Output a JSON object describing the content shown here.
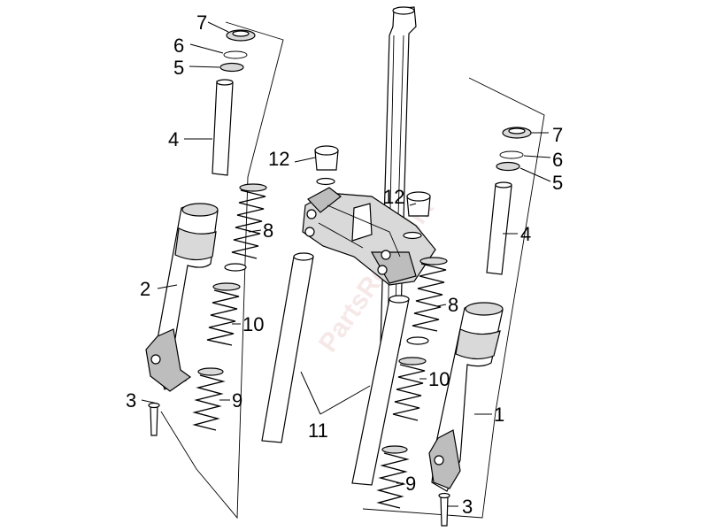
{
  "watermark": "PartsRepublik",
  "callouts": {
    "l7": "7",
    "l6": "6",
    "l5": "5",
    "l4": "4",
    "l2": "2",
    "l3": "3",
    "l8": "8",
    "l10": "10",
    "l9": "9",
    "l11": "11",
    "l12a": "12",
    "l12b": "12",
    "r7": "7",
    "r6": "6",
    "r5": "5",
    "r4": "4",
    "r8": "8",
    "r10": "10",
    "r1": "1",
    "r9": "9",
    "r3": "3"
  }
}
